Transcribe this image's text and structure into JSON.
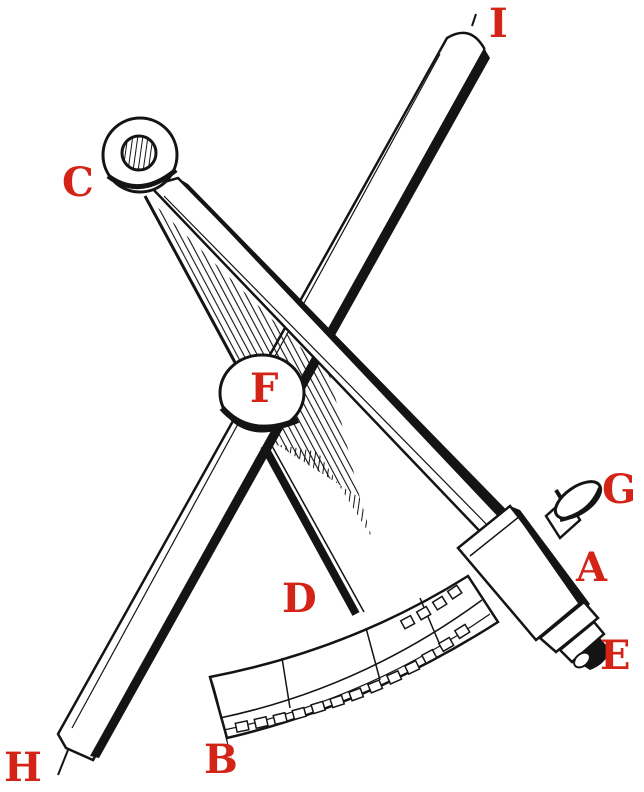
{
  "labels": {
    "I": "I",
    "C": "C",
    "F": "F",
    "G": "G",
    "A": "A",
    "D": "D",
    "E": "E",
    "H": "H",
    "B": "B"
  },
  "colors": {
    "label": "#d42418",
    "ink": "#141414",
    "paper": "#ffffff"
  }
}
